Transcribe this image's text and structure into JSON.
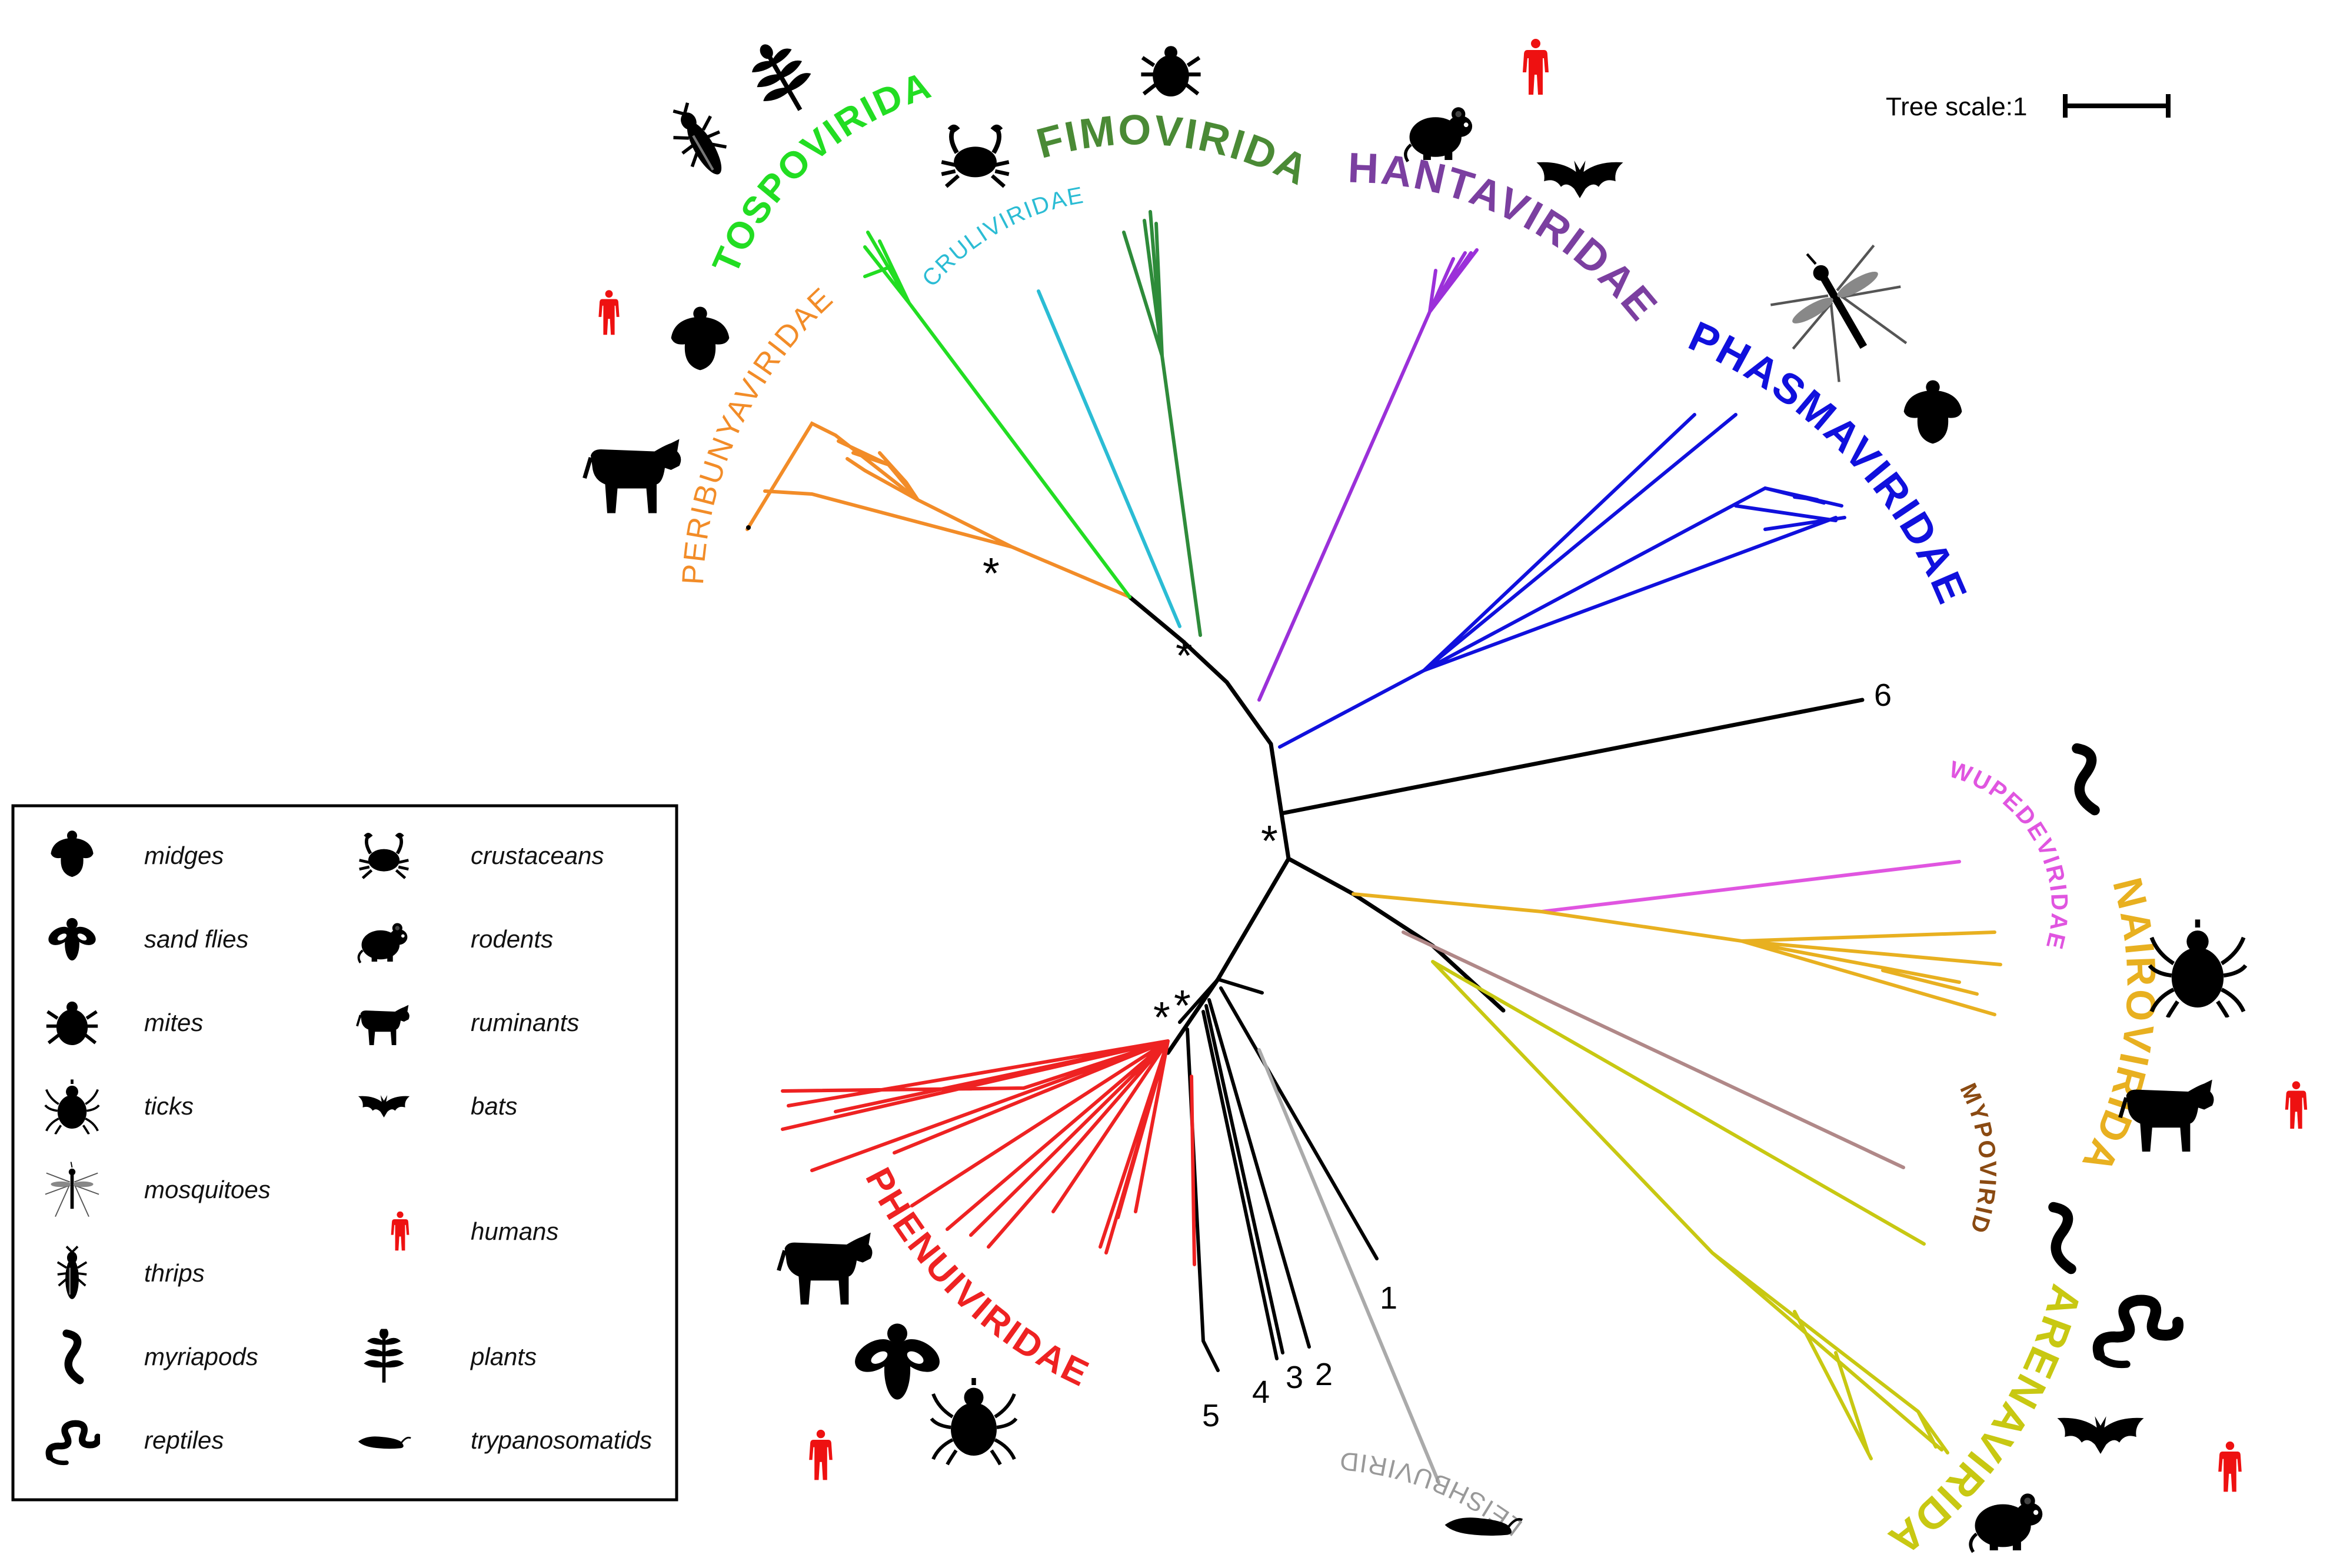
{
  "scale": {
    "label": "Tree scale:1"
  },
  "families": [
    {
      "id": "tospo",
      "name": "TOSPOVIRIDAE",
      "color": "#22dd22"
    },
    {
      "id": "cruli",
      "name": "CRULIVIRIDAE",
      "color": "#2bbcd4"
    },
    {
      "id": "fimo",
      "name": "FIMOVIRIDAE",
      "color": "#4a8a35"
    },
    {
      "id": "hanta",
      "name": "HANTAVIRIDAE",
      "color": "#7b3fa0"
    },
    {
      "id": "phasma",
      "name": "PHASMAVIRIDAE",
      "color": "#1010dd"
    },
    {
      "id": "peribunya",
      "name": "PERIBUNYAVIRIDAE",
      "color": "#f28c28"
    },
    {
      "id": "wupede",
      "name": "WUPEDEVIRIDAE",
      "color": "#e055e0"
    },
    {
      "id": "nairo",
      "name": "NAIROVIRIDAE",
      "color": "#e8b020"
    },
    {
      "id": "mypo",
      "name": "MYPOVIRIDAE",
      "color": "#8a4a12"
    },
    {
      "id": "arena",
      "name": "ARENAVIRIDAE",
      "color": "#c8c812"
    },
    {
      "id": "phenui",
      "name": "PHENUIVIRIDAE",
      "color": "#ee2222"
    },
    {
      "id": "leishbu",
      "name": "LEISHBUVIRIDAE",
      "color": "#999999"
    }
  ],
  "unclassified_labels": [
    "1",
    "2",
    "3",
    "4",
    "5",
    "6"
  ],
  "support_marker": "*",
  "legend": [
    {
      "icon": "midges-icon",
      "label": "midges"
    },
    {
      "icon": "sand-flies-icon",
      "label": "sand flies"
    },
    {
      "icon": "mites-icon",
      "label": "mites"
    },
    {
      "icon": "ticks-icon",
      "label": "ticks"
    },
    {
      "icon": "mosquitoes-icon",
      "label": "mosquitoes"
    },
    {
      "icon": "thrips-icon",
      "label": "thrips"
    },
    {
      "icon": "myriapods-icon",
      "label": "myriapods"
    },
    {
      "icon": "reptiles-icon",
      "label": "reptiles"
    },
    {
      "icon": "crustaceans-icon",
      "label": "crustaceans"
    },
    {
      "icon": "rodents-icon",
      "label": "rodents"
    },
    {
      "icon": "ruminants-icon",
      "label": "ruminants"
    },
    {
      "icon": "bats-icon",
      "label": "bats"
    },
    {
      "icon": "humans-icon",
      "label": "humans",
      "color": "#ee1111"
    },
    {
      "icon": "plants-icon",
      "label": "plants"
    },
    {
      "icon": "trypanosomatids-icon",
      "label": "trypanosomatids"
    }
  ]
}
